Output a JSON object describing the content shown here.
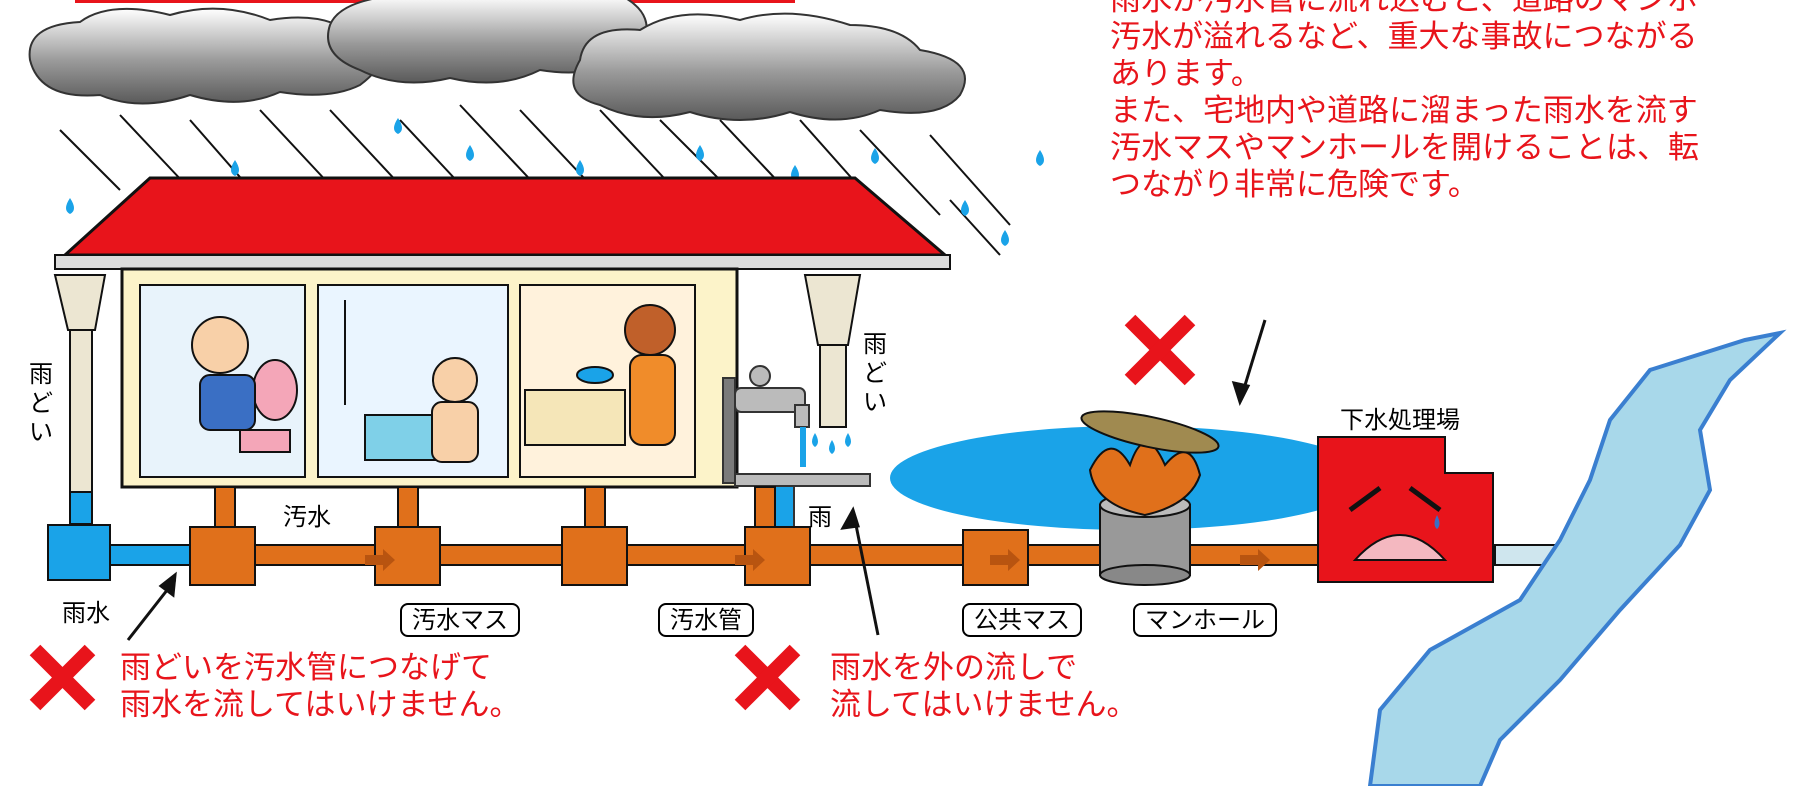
{
  "top_warning": [
    "雨水が汚水管に流れ込むと、道路のマンホ",
    "汚水が溢れるなど、重大な事故につながる",
    "あります。",
    "また、宅地内や道路に溜まった雨水を流す",
    "汚水マスやマンホールを開けることは、転",
    "つながり非常に危険です。"
  ],
  "warnings": {
    "downspout": [
      "雨どいを汚水管につなげて",
      "雨水を流してはいけません。"
    ],
    "outdoor_sink": [
      "雨水を外の流しで",
      "流してはいけません。"
    ]
  },
  "labels": {
    "downspout_left": "雨どい",
    "downspout_right": "雨どい",
    "rainwater": "雨水",
    "sewage": "汚水",
    "rain": "雨",
    "sewage_box": "汚水マス",
    "sewage_pipe": "汚水管",
    "public_box": "公共マス",
    "manhole": "マンホール",
    "treatment_plant": "下水処理場"
  },
  "colors": {
    "warning_red": "#e8141b",
    "roof_red": "#e8141b",
    "sewage_orange": "#e0701b",
    "rain_blue": "#1aa3e8",
    "river_blue": "#a8d8ea",
    "cloud_gray": "#777777"
  },
  "icons": [
    "prohibited-cross-icon",
    "arrow-icon",
    "raindrop-icon",
    "faucet-icon",
    "crying-face-icon"
  ]
}
